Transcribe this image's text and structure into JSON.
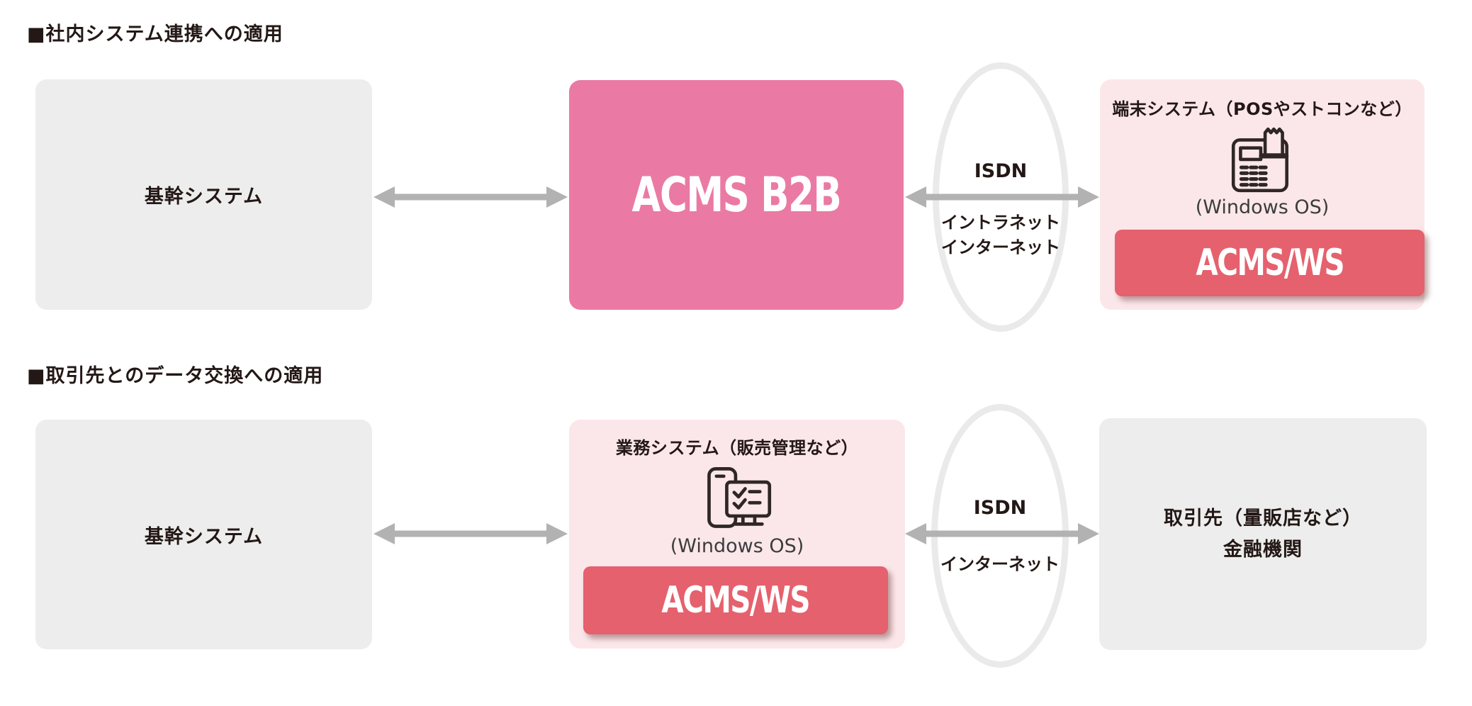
{
  "diagram": {
    "section1": {
      "heading": "■社内システム連携への適用",
      "left_box_label": "基幹システム",
      "center_box_logo": "ACMS B2B",
      "network": {
        "line_label": "ISDN",
        "below_line1": "イントラネット",
        "below_line2": "インターネット"
      },
      "right_box": {
        "title": "端末システム（POSやストコンなど）",
        "os_label": "(Windows OS)",
        "product_logo": "ACMS/WS",
        "icon": "pos-terminal-icon"
      }
    },
    "section2": {
      "heading": "■取引先とのデータ交換への適用",
      "left_box_label": "基幹システム",
      "center_box": {
        "title": "業務システム（販売管理など）",
        "os_label": "(Windows OS)",
        "product_logo": "ACMS/WS",
        "icon": "business-pc-icon"
      },
      "network": {
        "line_label": "ISDN",
        "below_line1": "インターネット"
      },
      "right_box_line1": "取引先（量販店など）",
      "right_box_line2": "金融機関"
    },
    "colors": {
      "accent_pink": "#ea7aa3",
      "light_pink": "#fbe7ea",
      "product_red": "#e5616d",
      "box_gray": "#ededed",
      "arrow_gray": "#b2b2b2",
      "ellipse_border": "#eaeaea",
      "text_dark": "#231815"
    }
  }
}
